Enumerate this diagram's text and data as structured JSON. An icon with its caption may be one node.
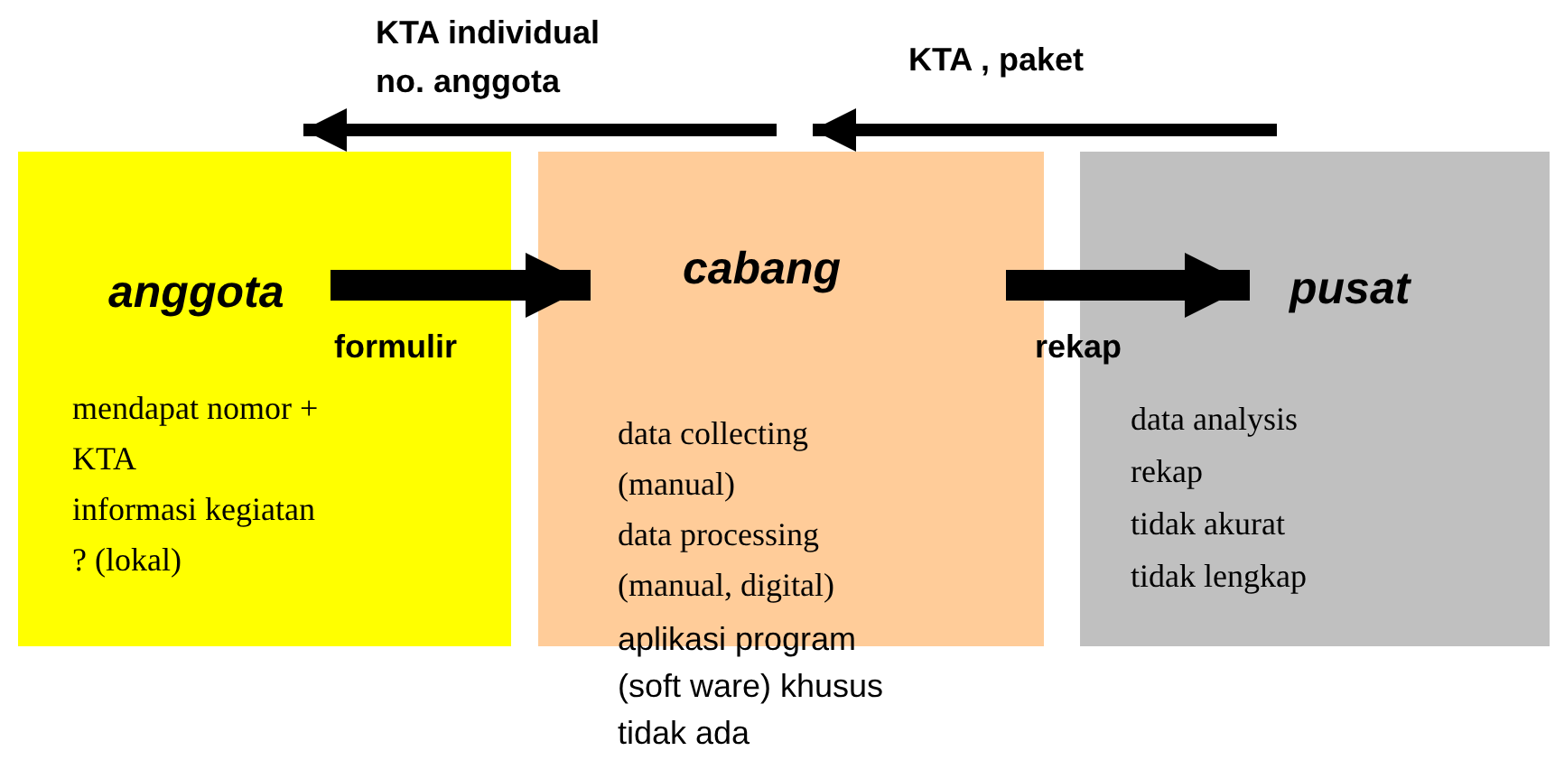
{
  "diagram": {
    "nodes": [
      {
        "text": [
          "anggota",
          "mendapat nomor + KTA",
          "informasi kegiatan",
          "? (lokal)"
        ]
      },
      {
        "text": [
          "cabang",
          "data collecting (manual)",
          "data processing (manual, digital)",
          "aplikasi program (soft ware) khusus tidak ada"
        ]
      },
      {
        "text": [
          "pusat",
          "data analysis",
          "rekap",
          "tidak akurat",
          "tidak lengkap"
        ]
      }
    ],
    "edges": [
      {
        "from": 0,
        "to": 1,
        "arrow": "to",
        "label": "formulir",
        "style": "thick"
      },
      {
        "from": 1,
        "to": 2,
        "arrow": "to",
        "label": "rekap",
        "style": "thick"
      },
      {
        "from": 2,
        "to": 1,
        "arrow": "to",
        "label": "KTA , paket"
      },
      {
        "from": 1,
        "to": 0,
        "arrow": "to",
        "label": "KTA individual no. anggota"
      }
    ]
  }
}
